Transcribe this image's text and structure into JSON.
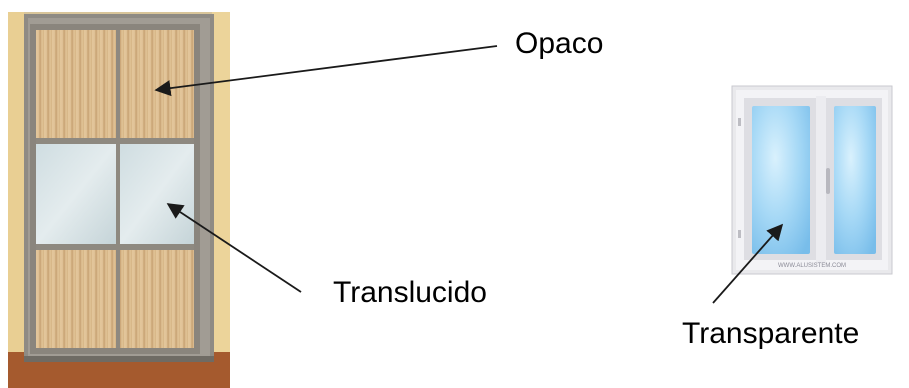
{
  "labels": {
    "opaque": "Opaco",
    "translucent": "Translucido",
    "transparent": "Transparente"
  },
  "window_watermark": "WWW.ALUSISTEM.COM",
  "colors": {
    "wood": "#d8b98c",
    "frame": "#8f8b84",
    "frosted_glass": "#d7e3e6",
    "clear_glass": "#a9d8f5",
    "window_frame": "#e9e9ec",
    "arrow": "#1a1a1a"
  }
}
